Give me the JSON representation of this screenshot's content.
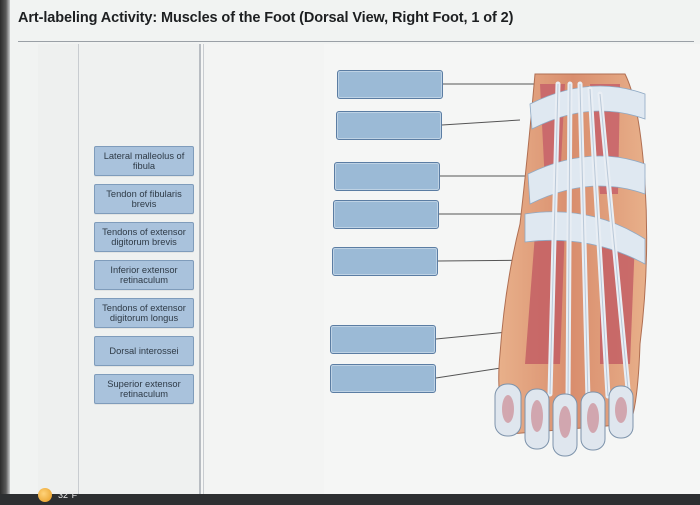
{
  "page": {
    "title": "Art-labeling Activity: Muscles of the Foot (Dorsal View, Right Foot, 1 of 2)"
  },
  "labels": [
    "Lateral malleolus of fibula",
    "Tendon of fibularis brevis",
    "Tendons of extensor digitorum brevis",
    "Inferior extensor retinaculum",
    "Tendons of extensor digitorum longus",
    "Dorsal interossei",
    "Superior extensor retinaculum"
  ],
  "targets_count_label": "",
  "taskbar": {
    "weather_icon": "sun-icon",
    "temperature": "32°F"
  },
  "colors": {
    "chip_fill": "#a9c2dc",
    "target_fill": "#9bbad6",
    "target_border": "#5b7da3"
  }
}
